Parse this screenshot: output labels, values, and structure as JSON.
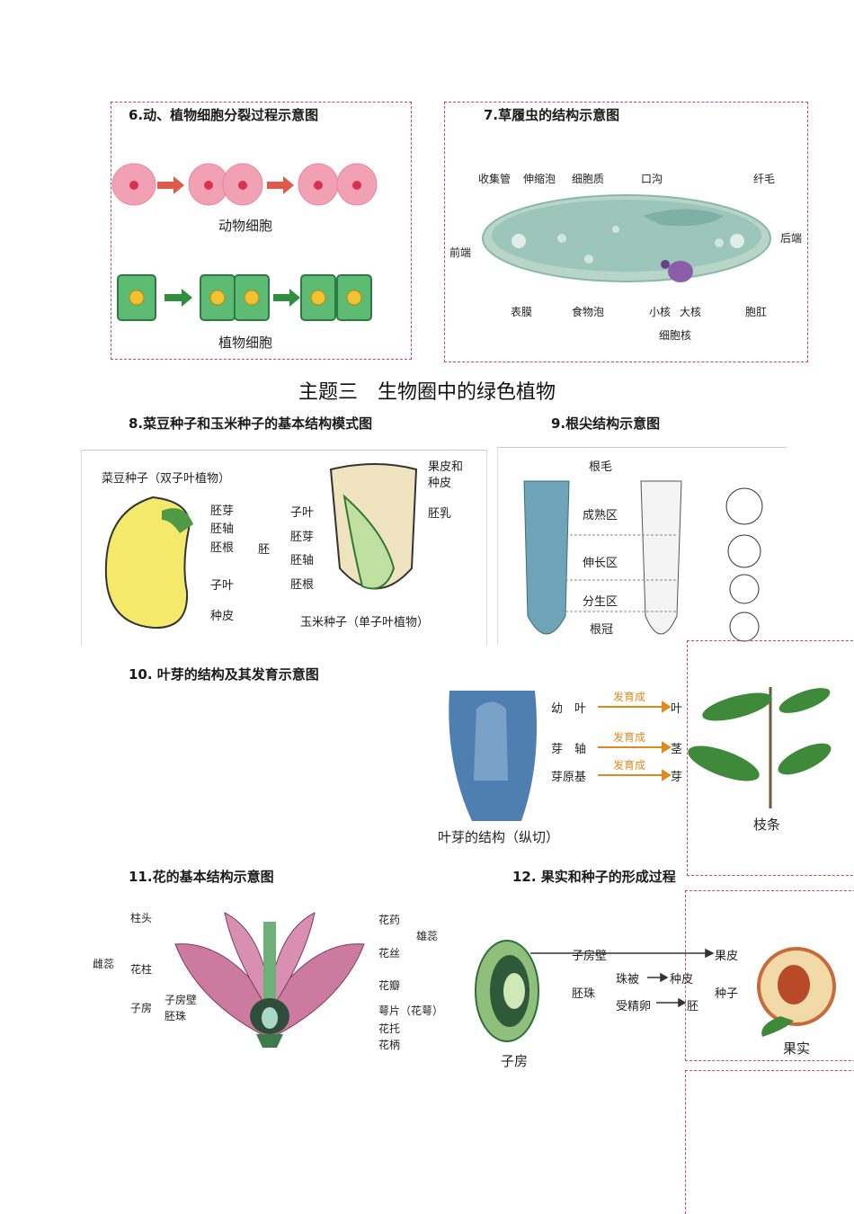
{
  "section6": {
    "caption": "6.动、植物细胞分裂过程示意图",
    "animal_label": "动物细胞",
    "plant_label": "植物细胞"
  },
  "section7": {
    "caption": "7.草履虫的结构示意图",
    "labels": {
      "contractile_tube": "收集管",
      "contractile_vacuole": "伸缩泡",
      "cytoplasm": "细胞质",
      "oral_groove": "口沟",
      "cilia": "纤毛",
      "front": "前端",
      "rear": "后端",
      "membrane": "表膜",
      "food_vacuole": "食物泡",
      "micronucleus": "小核",
      "macronucleus": "大核",
      "nucleus": "细胞核",
      "anal_pore": "胞肛"
    }
  },
  "theme": {
    "title": "主题三　生物圈中的绿色植物"
  },
  "section8": {
    "caption": "8.菜豆种子和玉米种子的基本结构模式图",
    "bean_title": "菜豆种子（双子叶植物）",
    "bean_labels": [
      "胚芽",
      "胚轴",
      "胚根",
      "子叶",
      "种皮"
    ],
    "embryo": "胚",
    "corn_left_labels": [
      "子叶",
      "胚芽",
      "胚轴",
      "胚根"
    ],
    "corn_pericarp": "果皮和",
    "corn_pericarp2": "种皮",
    "corn_endosperm": "胚乳",
    "corn_title": "玉米种子（单子叶植物）"
  },
  "section9": {
    "caption": "9.根尖结构示意图",
    "labels": [
      "根毛",
      "成熟区",
      "伸长区",
      "分生区",
      "根冠"
    ]
  },
  "section10": {
    "caption": "10. 叶芽的结构及其发育示意图",
    "left_labels": [
      "幼　叶",
      "芽　轴",
      "芽原基"
    ],
    "develop": "发育成",
    "right_labels": [
      "叶",
      "茎",
      "芽"
    ],
    "bud_caption": "叶芽的结构（纵切）",
    "branch_caption": "枝条"
  },
  "section11": {
    "caption": "11.花的基本结构示意图",
    "pistil": "雌蕊",
    "stamen": "雄蕊",
    "left_labels": [
      "柱头",
      "花柱",
      "子房"
    ],
    "ovary_parts": [
      "子房壁",
      "胚珠"
    ],
    "right_labels": [
      "花药",
      "花丝",
      "花瓣",
      "萼片（花萼）",
      "花托",
      "花柄"
    ]
  },
  "section12": {
    "caption": "12. 果实和种子的形成过程",
    "ovary_wall": "子房壁",
    "pericarp": "果皮",
    "ovule": "胚珠",
    "integument": "珠被",
    "seed_coat": "种皮",
    "zygote": "受精卵",
    "embryo": "胚",
    "seed": "种子",
    "ovary": "子房",
    "fruit": "果实"
  },
  "colors": {
    "dash": "#c8427d",
    "animal_cell": "#f2a0b4",
    "plant_cell": "#5dbb74",
    "arrow_red": "#e05a4a",
    "arrow_green": "#2f8f3e",
    "develop_orange": "#e08a1e"
  }
}
